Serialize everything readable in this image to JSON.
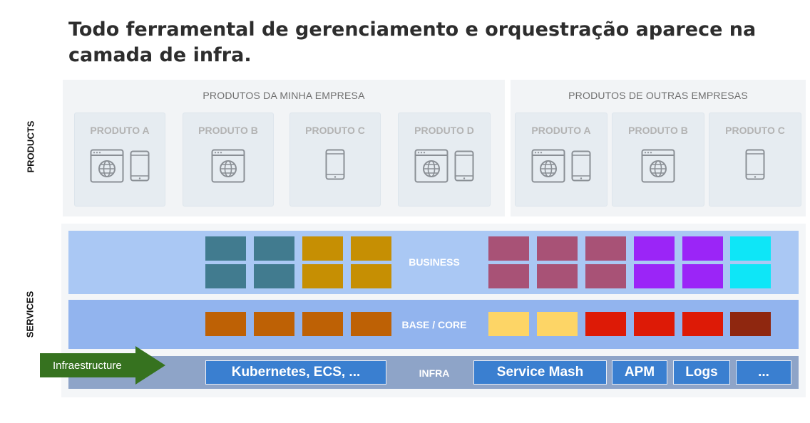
{
  "title": "Todo ferramental de gerenciamento e orquestração aparece na camada de infra.",
  "side_labels": {
    "products": "PRODUCTS",
    "services": "SERVICES"
  },
  "products": {
    "own": {
      "title": "PRODUTOS DA MINHA EMPRESA",
      "items": [
        {
          "label": "PRODUTO A",
          "icons": [
            "browser-icon",
            "mobile-icon"
          ]
        },
        {
          "label": "PRODUTO B",
          "icons": [
            "browser-icon"
          ]
        },
        {
          "label": "PRODUTO C",
          "icons": [
            "mobile-icon"
          ]
        },
        {
          "label": "PRODUTO D",
          "icons": [
            "browser-icon",
            "mobile-icon"
          ]
        }
      ]
    },
    "others": {
      "title": "PRODUTOS DE OUTRAS EMPRESAS",
      "items": [
        {
          "label": "PRODUTO A",
          "icons": [
            "browser-icon",
            "mobile-icon"
          ]
        },
        {
          "label": "PRODUTO B",
          "icons": [
            "browser-icon"
          ]
        },
        {
          "label": "PRODUTO C",
          "icons": [
            "mobile-icon"
          ]
        }
      ]
    }
  },
  "layers": {
    "business": {
      "label": "BUSINESS",
      "left_colors": [
        "#417b8f",
        "#417b8f",
        "#c68f03",
        "#c68f03"
      ],
      "right_colors": [
        "#a85276",
        "#a85276",
        "#a85276",
        "#9b25f7",
        "#9b25f7",
        "#0ee6f7"
      ]
    },
    "base": {
      "label": "BASE / CORE",
      "left_colors": [
        "#be6105",
        "#be6105",
        "#be6105",
        "#be6105"
      ],
      "right_colors": [
        "#fdd566",
        "#fdd566",
        "#dd1a06",
        "#dd1a06",
        "#dd1a06",
        "#8f270f"
      ]
    },
    "infra": {
      "label": "INFRA",
      "boxes": [
        "Kubernetes, ECS, ...",
        "Service Mash",
        "APM",
        "Logs",
        "..."
      ]
    }
  },
  "arrow_label": "Infraestructure",
  "colors": {
    "business": "#aac8f4",
    "base": "#92b4ee",
    "infra": "#8ea4c8",
    "infra_box": "#3a7fd0",
    "arrow": "#36721f"
  }
}
